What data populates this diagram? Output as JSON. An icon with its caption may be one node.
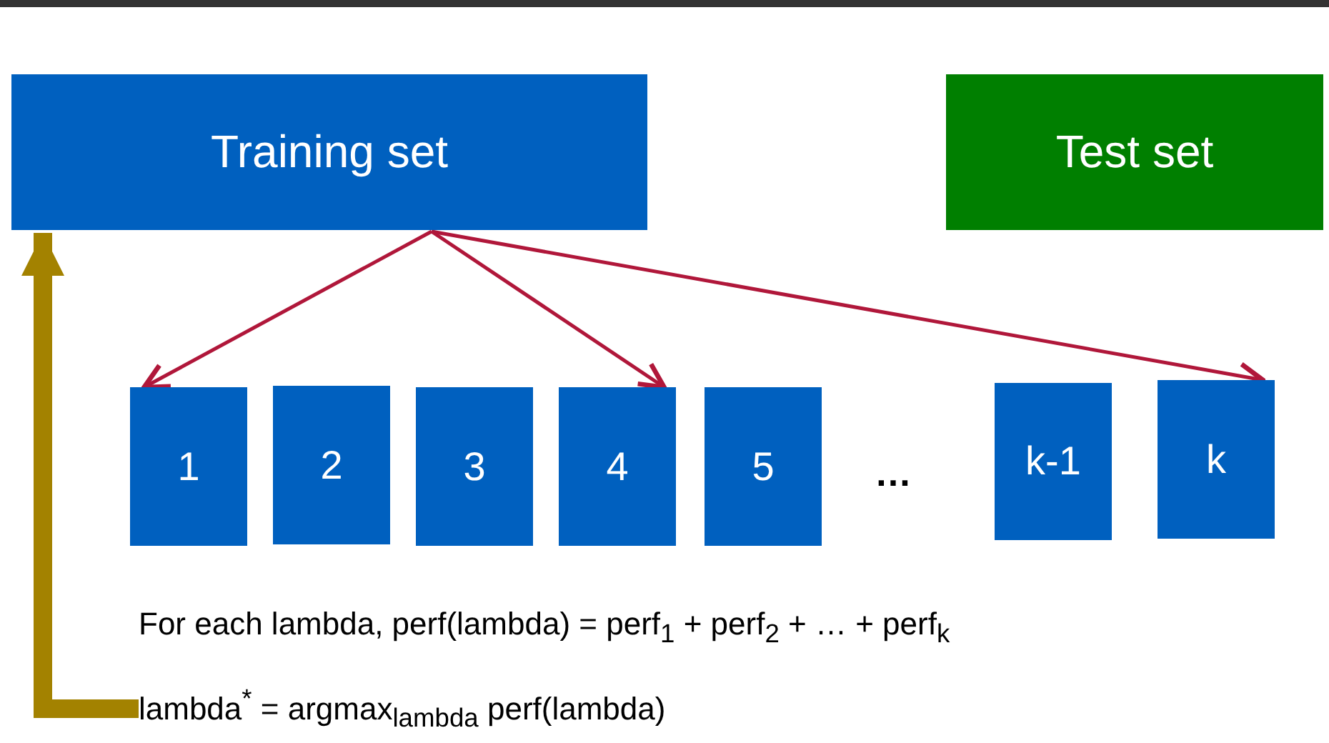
{
  "diagram": {
    "nodes": [
      {
        "text": [
          "Training set"
        ]
      },
      {
        "text": [
          "Test set"
        ]
      },
      {
        "text": [
          "1"
        ]
      },
      {
        "text": [
          "2"
        ]
      },
      {
        "text": [
          "3"
        ]
      },
      {
        "text": [
          "4"
        ]
      },
      {
        "text": [
          "5"
        ]
      },
      {
        "text": [
          "k-1"
        ]
      },
      {
        "text": [
          "k"
        ]
      },
      {
        "text": [
          "lambda$^{*}$ = argmax$_{lambda}$ perf(lambda)"
        ]
      }
    ],
    "edges": [
      {
        "from": 0,
        "to": 2,
        "arrow": "to",
        "color": "#b0173a"
      },
      {
        "from": 0,
        "to": 5,
        "arrow": "to",
        "color": "#b0173a"
      },
      {
        "from": 0,
        "to": 8,
        "arrow": "to",
        "color": "#b0173a"
      },
      {
        "from": 9,
        "to": 0,
        "arrow": "to",
        "style": "thick",
        "color": "#a38200"
      }
    ],
    "labels": [
      "…",
      "For each lambda,  perf(lambda)  =  perf$_{1}$ + perf$_{2}$ + … + perf$_{k}$"
    ]
  }
}
